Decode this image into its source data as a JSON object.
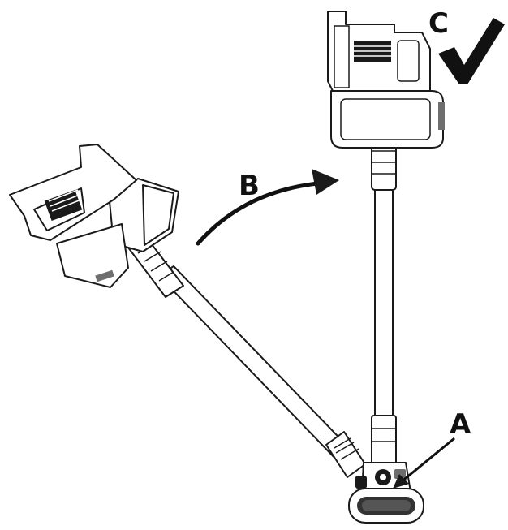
{
  "labels": {
    "a": "A",
    "b": "B",
    "c": "C"
  },
  "icons": {
    "confirm": "checkmark-icon"
  },
  "colors": {
    "line": "#1a1a1a",
    "background": "#ffffff"
  }
}
